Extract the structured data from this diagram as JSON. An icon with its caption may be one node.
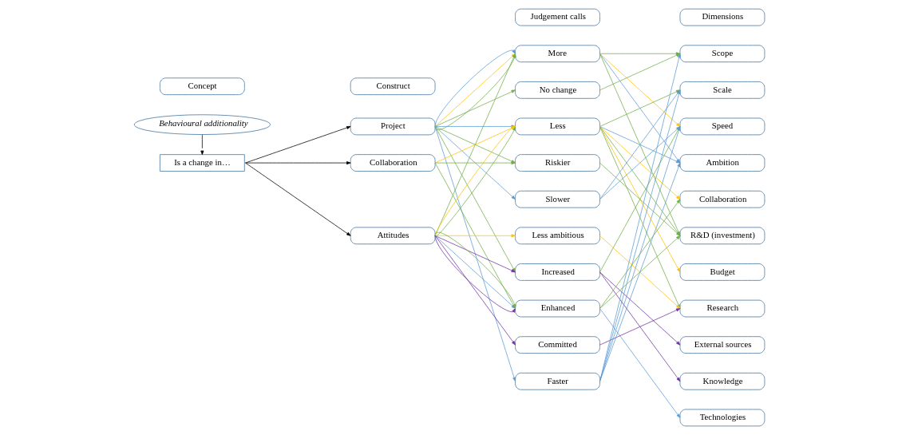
{
  "diagram": {
    "nodes": [
      {
        "text": [
          "Concept"
        ]
      },
      {
        "text": [
          "Construct"
        ]
      },
      {
        "text": [
          "Judgement calls"
        ]
      },
      {
        "text": [
          "Dimensions"
        ]
      },
      {
        "text": [
          "Behavioural additionality"
        ]
      },
      {
        "text": [
          "Is a change in…"
        ]
      },
      {
        "text": [
          "Project"
        ]
      },
      {
        "text": [
          "Collaboration"
        ]
      },
      {
        "text": [
          "Attitudes"
        ]
      },
      {
        "text": [
          "More"
        ]
      },
      {
        "text": [
          "No change"
        ]
      },
      {
        "text": [
          "Less"
        ]
      },
      {
        "text": [
          "Riskier"
        ]
      },
      {
        "text": [
          "Slower"
        ]
      },
      {
        "text": [
          "Less ambitious"
        ]
      },
      {
        "text": [
          "Increased"
        ]
      },
      {
        "text": [
          "Enhanced"
        ]
      },
      {
        "text": [
          "Committed"
        ]
      },
      {
        "text": [
          "Faster"
        ]
      },
      {
        "text": [
          "Scope"
        ]
      },
      {
        "text": [
          "Scale"
        ]
      },
      {
        "text": [
          "Speed"
        ]
      },
      {
        "text": [
          "Ambition"
        ]
      },
      {
        "text": [
          "Collaboration"
        ]
      },
      {
        "text": [
          "R&D (investment)"
        ]
      },
      {
        "text": [
          "Budget"
        ]
      },
      {
        "text": [
          "Research"
        ]
      },
      {
        "text": [
          "External sources"
        ]
      },
      {
        "text": [
          "Knowledge"
        ]
      },
      {
        "text": [
          "Technologies"
        ]
      }
    ],
    "edges": [
      {
        "from": 4,
        "to": 5,
        "arrow": "to",
        "color": "#000000"
      },
      {
        "from": 5,
        "to": 6,
        "arrow": "to",
        "color": "#000000"
      },
      {
        "from": 5,
        "to": 7,
        "arrow": "to",
        "color": "#000000"
      },
      {
        "from": 5,
        "to": 8,
        "arrow": "to",
        "color": "#000000"
      },
      {
        "from": 6,
        "to": 9,
        "arrow": "to",
        "color": "#70ad47"
      },
      {
        "from": 6,
        "to": 9,
        "arrow": "to",
        "color": "#ffc000"
      },
      {
        "from": 6,
        "to": 9,
        "arrow": "to",
        "color": "#5b9bd5"
      },
      {
        "from": 6,
        "to": 10,
        "arrow": "to",
        "color": "#70ad47"
      },
      {
        "from": 6,
        "to": 11,
        "arrow": "to",
        "color": "#5b9bd5"
      },
      {
        "from": 6,
        "to": 12,
        "arrow": "to",
        "color": "#70ad47"
      },
      {
        "from": 6,
        "to": 13,
        "arrow": "to",
        "color": "#5b9bd5"
      },
      {
        "from": 6,
        "to": 15,
        "arrow": "to",
        "color": "#70ad47"
      },
      {
        "from": 6,
        "to": 18,
        "arrow": "to",
        "color": "#5b9bd5"
      },
      {
        "from": 7,
        "to": 11,
        "arrow": "to",
        "color": "#ffc000"
      },
      {
        "from": 7,
        "to": 12,
        "arrow": "to",
        "color": "#70ad47"
      },
      {
        "from": 7,
        "to": 16,
        "arrow": "to",
        "color": "#70ad47"
      },
      {
        "from": 8,
        "to": 9,
        "arrow": "to",
        "color": "#70ad47"
      },
      {
        "from": 8,
        "to": 11,
        "arrow": "to",
        "color": "#70ad47"
      },
      {
        "from": 8,
        "to": 11,
        "arrow": "to",
        "color": "#ffc000"
      },
      {
        "from": 8,
        "to": 14,
        "arrow": "to",
        "color": "#ffc000"
      },
      {
        "from": 8,
        "to": 15,
        "arrow": "to",
        "color": "#7030a0"
      },
      {
        "from": 8,
        "to": 16,
        "arrow": "to",
        "color": "#7030a0"
      },
      {
        "from": 8,
        "to": 16,
        "arrow": "to",
        "color": "#5b9bd5"
      },
      {
        "from": 8,
        "to": 16,
        "arrow": "to",
        "color": "#70ad47"
      },
      {
        "from": 8,
        "to": 17,
        "arrow": "to",
        "color": "#7030a0"
      },
      {
        "from": 9,
        "to": 19,
        "arrow": "to",
        "color": "#70ad47"
      },
      {
        "from": 9,
        "to": 21,
        "arrow": "to",
        "color": "#ffc000"
      },
      {
        "from": 9,
        "to": 22,
        "arrow": "to",
        "color": "#5b9bd5"
      },
      {
        "from": 9,
        "to": 24,
        "arrow": "to",
        "color": "#70ad47"
      },
      {
        "from": 10,
        "to": 19,
        "arrow": "to",
        "color": "#70ad47"
      },
      {
        "from": 11,
        "to": 20,
        "arrow": "to",
        "color": "#70ad47"
      },
      {
        "from": 11,
        "to": 22,
        "arrow": "to",
        "color": "#5b9bd5"
      },
      {
        "from": 11,
        "to": 23,
        "arrow": "to",
        "color": "#ffc000"
      },
      {
        "from": 11,
        "to": 24,
        "arrow": "to",
        "color": "#70ad47"
      },
      {
        "from": 11,
        "to": 25,
        "arrow": "to",
        "color": "#ffc000"
      },
      {
        "from": 11,
        "to": 26,
        "arrow": "to",
        "color": "#70ad47"
      },
      {
        "from": 12,
        "to": 24,
        "arrow": "to",
        "color": "#70ad47"
      },
      {
        "from": 13,
        "to": 20,
        "arrow": "to",
        "color": "#5b9bd5"
      },
      {
        "from": 13,
        "to": 21,
        "arrow": "to",
        "color": "#5b9bd5"
      },
      {
        "from": 14,
        "to": 26,
        "arrow": "to",
        "color": "#ffc000"
      },
      {
        "from": 15,
        "to": 21,
        "arrow": "to",
        "color": "#70ad47"
      },
      {
        "from": 15,
        "to": 27,
        "arrow": "to",
        "color": "#7030a0"
      },
      {
        "from": 15,
        "to": 28,
        "arrow": "to",
        "color": "#7030a0"
      },
      {
        "from": 16,
        "to": 23,
        "arrow": "to",
        "color": "#70ad47"
      },
      {
        "from": 16,
        "to": 24,
        "arrow": "to",
        "color": "#70ad47"
      },
      {
        "from": 16,
        "to": 29,
        "arrow": "to",
        "color": "#5b9bd5"
      },
      {
        "from": 17,
        "to": 26,
        "arrow": "to",
        "color": "#7030a0"
      },
      {
        "from": 18,
        "to": 19,
        "arrow": "to",
        "color": "#5b9bd5"
      },
      {
        "from": 18,
        "to": 20,
        "arrow": "to",
        "color": "#5b9bd5"
      },
      {
        "from": 18,
        "to": 21,
        "arrow": "to",
        "color": "#5b9bd5"
      },
      {
        "from": 18,
        "to": 22,
        "arrow": "to",
        "color": "#5b9bd5"
      }
    ]
  }
}
